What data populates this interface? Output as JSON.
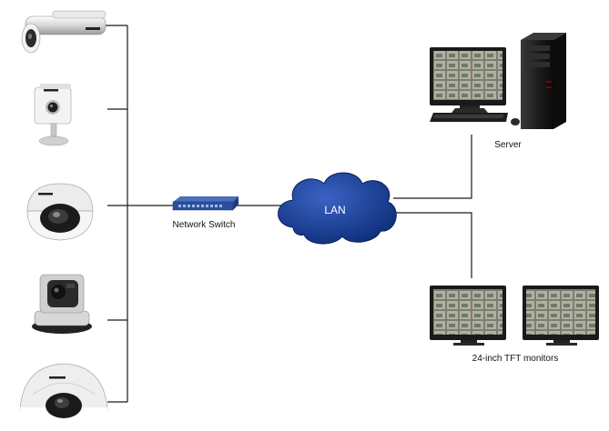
{
  "labels": {
    "switch": "Network Switch",
    "lan": "LAN",
    "server": "Server",
    "monitors": "24-inch TFT monitors"
  },
  "cameras": [
    {
      "kind": "bullet-camera-icon"
    },
    {
      "kind": "cube-camera-icon"
    },
    {
      "kind": "dome-camera-icon"
    },
    {
      "kind": "ptz-camera-icon"
    },
    {
      "kind": "fisheye-camera-icon"
    }
  ],
  "colors": {
    "lan_cloud": "#123a8c",
    "switch": "#2b4f9e",
    "tower": "#1c1c1c",
    "camera_body": "#e6e6e6",
    "lines": "#1a1a1a"
  }
}
